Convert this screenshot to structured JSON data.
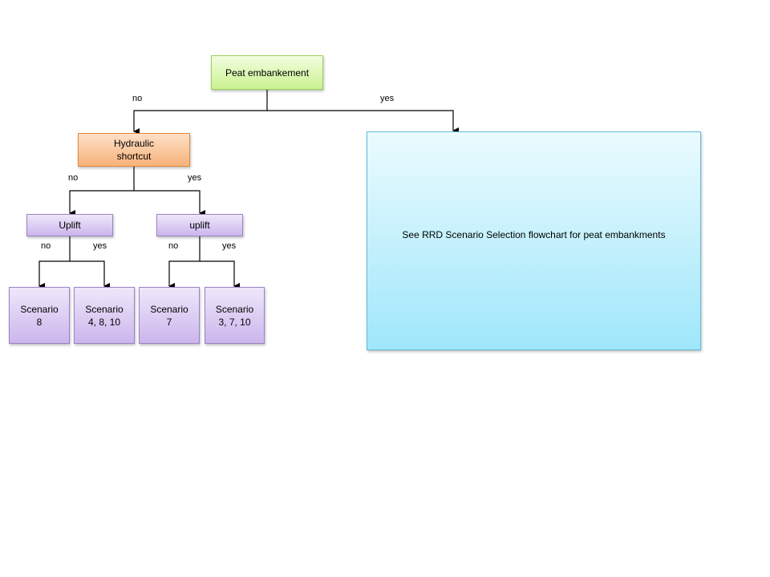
{
  "nodes": {
    "root": "Peat embankement",
    "hydraulic": "Hydraulic\nshortcut",
    "uplift_left": "Uplift",
    "uplift_right": "uplift",
    "scenario_a": "Scenario\n8",
    "scenario_b": "Scenario\n4, 8, 10",
    "scenario_c": "Scenario\n7",
    "scenario_d": "Scenario\n3, 7, 10",
    "rrd_box": "See RRD Scenario Selection flowchart for peat embankments"
  },
  "edge_labels": {
    "root_no": "no",
    "root_yes": "yes",
    "hydraulic_no": "no",
    "hydraulic_yes": "yes",
    "uplift_left_no": "no",
    "uplift_left_yes": "yes",
    "uplift_right_no": "no",
    "uplift_right_yes": "yes"
  }
}
